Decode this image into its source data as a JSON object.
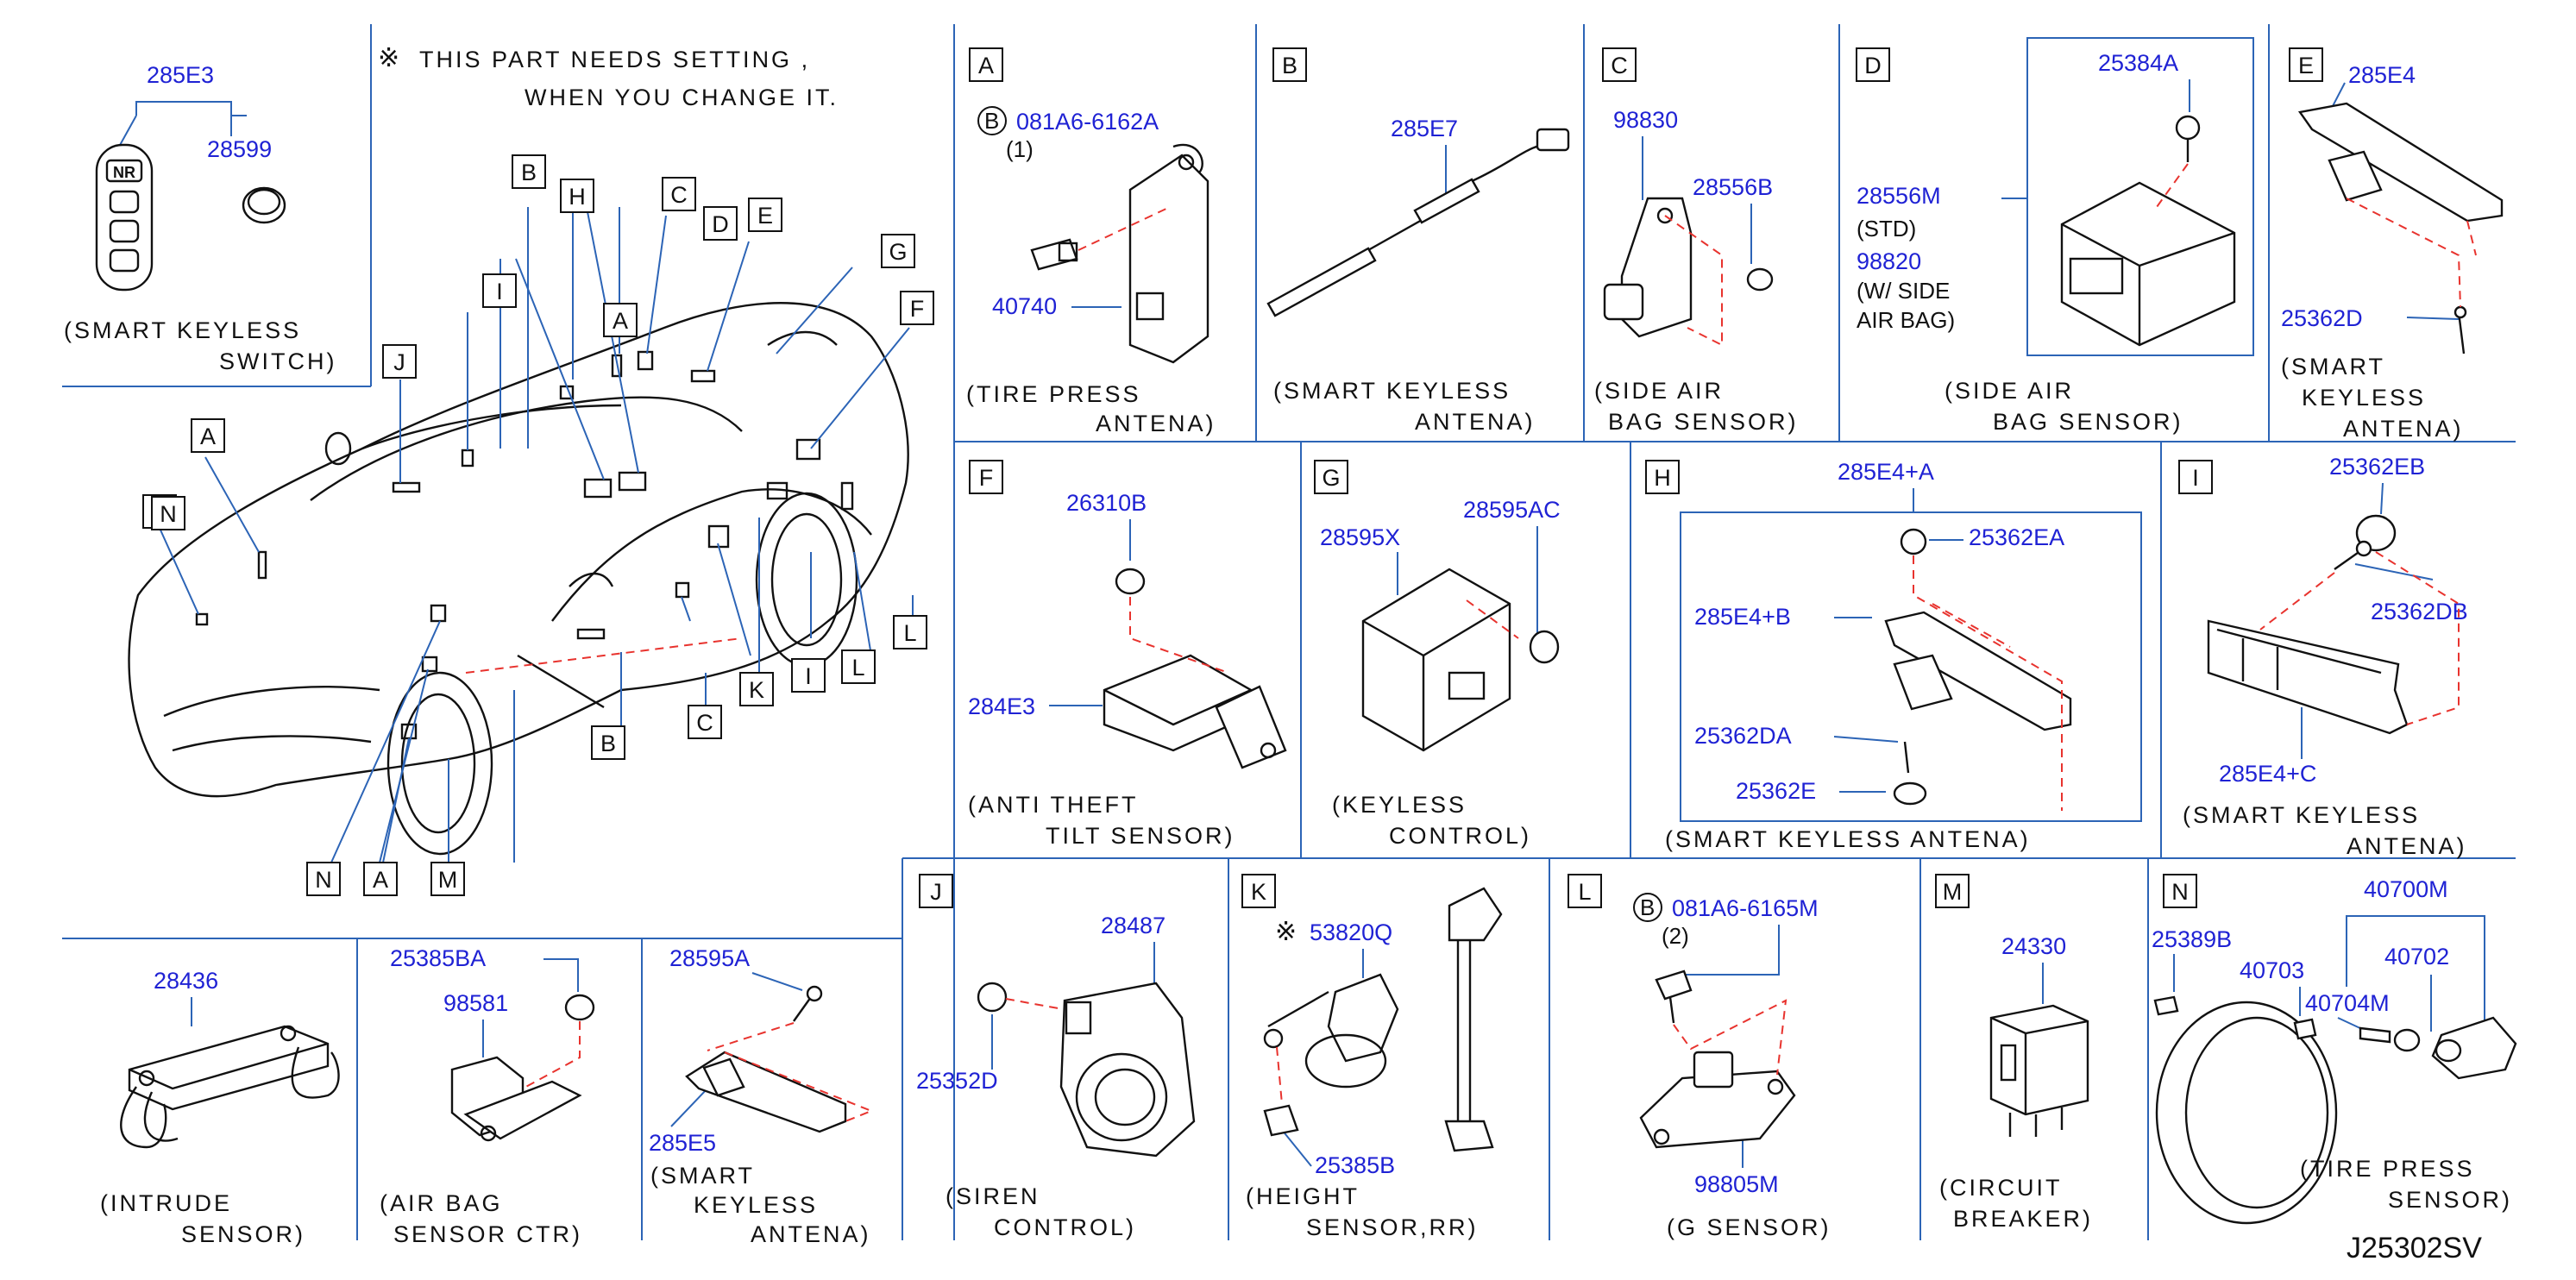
{
  "notice": {
    "mark": "※",
    "line1": "THIS  PART  NEEDS  SETTING  ,",
    "line2": "WHEN  YOU  CHANGE  IT."
  },
  "drawing_code": "J25302SV",
  "overview": {
    "smart_switch": {
      "parts": [
        "285E3",
        "28599"
      ],
      "caption": [
        "(SMART   KEYLESS",
        "SWITCH)"
      ]
    },
    "callouts": [
      "A",
      "B",
      "C",
      "D",
      "E",
      "F",
      "G",
      "H",
      "I",
      "J",
      "N",
      "A",
      "N",
      "B",
      "C",
      "K",
      "I",
      "L",
      "L",
      "N",
      "A",
      "M"
    ]
  },
  "sections": {
    "A": {
      "letter": "A",
      "bolt_mark": "B",
      "parts": [
        "081A6-6162A",
        "(1)",
        "40740"
      ],
      "caption": [
        "(TIRE   PRESS",
        "ANTENA)"
      ]
    },
    "B": {
      "letter": "B",
      "parts": [
        "285E7"
      ],
      "caption": [
        "(SMART   KEYLESS",
        "ANTENA)"
      ]
    },
    "C": {
      "letter": "C",
      "parts": [
        "98830",
        "28556B"
      ],
      "caption": [
        "(SIDE    AIR",
        "BAG   SENSOR)"
      ]
    },
    "D": {
      "letter": "D",
      "parts": [
        "25384A",
        "28556M",
        "(STD)",
        "98820",
        "(W/   SIDE",
        "AIR   BAG)"
      ],
      "caption": [
        "(SIDE    AIR",
        "BAG   SENSOR)"
      ]
    },
    "E": {
      "letter": "E",
      "parts": [
        "285E4",
        "25362D"
      ],
      "caption": [
        "(SMART",
        "KEYLESS",
        "ANTENA)"
      ]
    },
    "F": {
      "letter": "F",
      "parts": [
        "26310B",
        "284E3"
      ],
      "caption": [
        "(ANTI    THEFT",
        "TILT   SENSOR)"
      ]
    },
    "G": {
      "letter": "G",
      "parts": [
        "28595X",
        "28595AC"
      ],
      "caption": [
        "(KEYLESS",
        "CONTROL)"
      ]
    },
    "H": {
      "letter": "H",
      "parts": [
        "285E4+A",
        "25362EA",
        "285E4+B",
        "25362DA",
        "25362E"
      ],
      "caption": [
        "(SMART   KEYLESS   ANTENA)"
      ]
    },
    "I": {
      "letter": "I",
      "parts": [
        "25362EB",
        "25362DB",
        "285E4+C"
      ],
      "caption": [
        "(SMART   KEYLESS",
        "ANTENA)"
      ]
    },
    "J": {
      "letter": "J",
      "parts": [
        "28487",
        "25352D"
      ],
      "caption": [
        "(SIREN",
        "CONTROL)"
      ]
    },
    "K": {
      "letter": "K",
      "setting_mark": "※",
      "parts": [
        "53820Q",
        "25385B"
      ],
      "caption": [
        "(HEIGHT",
        "SENSOR,RR)"
      ]
    },
    "L": {
      "letter": "L",
      "bolt_mark": "B",
      "parts": [
        "081A6-6165M",
        "(2)",
        "98805M"
      ],
      "caption": [
        "(G   SENSOR)"
      ]
    },
    "M": {
      "letter": "M",
      "parts": [
        "24330"
      ],
      "caption": [
        "(CIRCUIT",
        "BREAKER)"
      ]
    },
    "N": {
      "letter": "N",
      "parts": [
        "40700M",
        "25389B",
        "40703",
        "40702",
        "40704M"
      ],
      "caption": [
        "(TIRE    PRESS",
        "SENSOR)"
      ]
    },
    "intrude": {
      "parts": [
        "28436"
      ],
      "caption": [
        "(INTRUDE",
        "SENSOR)"
      ]
    },
    "airbag_ctr": {
      "parts": [
        "25385BA",
        "98581"
      ],
      "caption": [
        "(AIR   BAG",
        "SENSOR   CTR)"
      ]
    },
    "smart_bottom": {
      "parts": [
        "28595A",
        "285E5"
      ],
      "caption": [
        "(SMART",
        "KEYLESS",
        "ANTENA)"
      ]
    }
  }
}
